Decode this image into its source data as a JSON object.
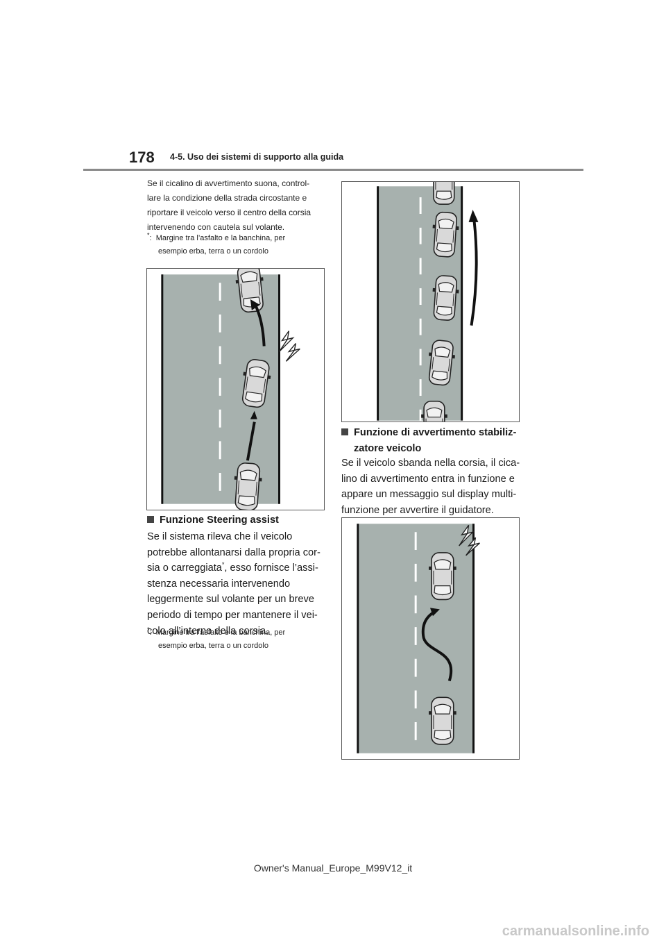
{
  "header": {
    "page_number": "178",
    "section": "4-5. Uso dei sistemi di supporto alla guida"
  },
  "left": {
    "intro_lines": [
      "Se il cicalino di avvertimento suona, control-",
      "lare la condizione della strada circostante e",
      "riportare il veicolo verso il centro della corsia",
      "intervenendo con cautela sul volante."
    ],
    "footnote_mark": "*",
    "footnote_colon": ":",
    "footnote_line1": "Margine tra l’asfalto e la banchina, per",
    "footnote_line2": "esempio erba, terra o un cordolo",
    "steering_heading": "Funzione Steering assist",
    "steering_lines": [
      "Se il sistema rileva che il veicolo",
      "potrebbe allontanarsi dalla propria cor-"
    ],
    "steering_line3_a": "sia o carreggiata",
    "steering_line3_sup": "*",
    "steering_line3_b": ", esso fornisce l’assi-",
    "steering_lines_rest": [
      "stenza necessaria intervenendo",
      "leggermente sul volante per un breve",
      "periodo di tempo per mantenere il vei-",
      "colo all’interno della corsia."
    ],
    "footnote2_mark": "*",
    "footnote2_colon": ":",
    "footnote2_line1": "Margine tra l’asfalto e la banchina, per",
    "footnote2_line2": "esempio erba, terra o un cordolo"
  },
  "right": {
    "stabilizer_heading_line1": "Funzione di avvertimento stabiliz-",
    "stabilizer_heading_line2": "zatore veicolo",
    "stabilizer_lines": [
      "Se il veicolo sbanda nella corsia, il cica-",
      "lino di avvertimento entra in funzione e",
      "appare un messaggio sul display multi-",
      "funzione per avvertire il guidatore."
    ]
  },
  "footer": {
    "text": "Owner's Manual_Europe_M99V12_it"
  },
  "watermark": {
    "text": "carmanualsonline.info"
  },
  "colors": {
    "road": "#a7b1ae",
    "line": "#111111",
    "car_fill": "#d9d9d9"
  },
  "icons": [
    "lane-departure-diagram",
    "sound-warning-icon",
    "steering-arrow-icon",
    "car-icon"
  ]
}
